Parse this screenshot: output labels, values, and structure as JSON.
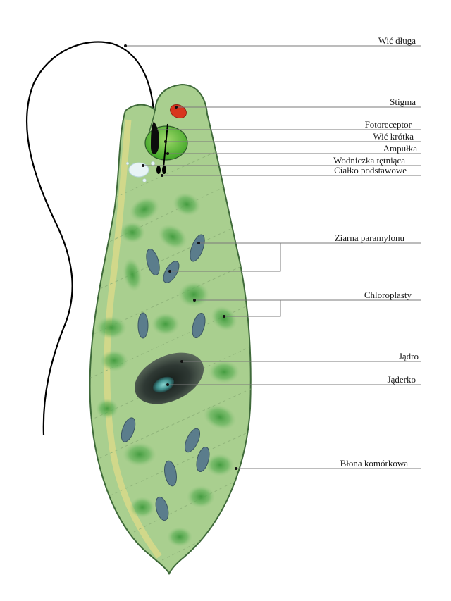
{
  "labels": {
    "flagellum_long": "Wić długa",
    "stigma": "Stigma",
    "photoreceptor": "Fotoreceptor",
    "flagellum_short": "Wić krótka",
    "ampulla": "Ampułka",
    "contractile_vacuole": "Wodniczka tętniąca",
    "basal_body": "Ciałko podstawowe",
    "paramylon": "Ziarna paramylonu",
    "chloroplasts": "Chloroplasty",
    "nucleus": "Jądro",
    "nucleolus": "Jąderko",
    "cell_membrane": "Błona komórkowa"
  },
  "colors": {
    "cell_fill": "#a9cf8f",
    "cell_outline": "#3f6a3a",
    "pellicle_stripe": "#d8d98a",
    "chloroplast": "#5aa84f",
    "paramylon": "#5b7d8c",
    "stigma": "#d8361e",
    "nucleus": "#2e3a34",
    "nucleolus": "#4aa0a0",
    "vacuole": "#e8f4f6",
    "flagellum": "#000000",
    "leader_line": "#7a7a7a"
  }
}
